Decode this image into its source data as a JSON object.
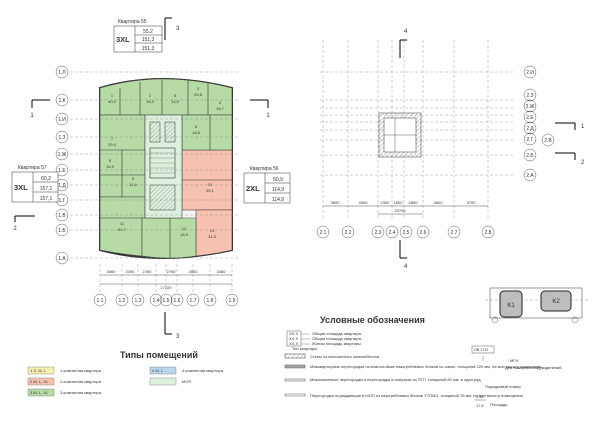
{
  "apartments": [
    {
      "name": "Квартира 55",
      "type": "3XL",
      "areas": [
        "55,2",
        "151,3",
        "151,3"
      ]
    },
    {
      "name": "Квартира 56",
      "type": "2XL",
      "areas": [
        "50,9",
        "114,9",
        "114,9"
      ]
    },
    {
      "name": "Квартира 57",
      "type": "3XL",
      "areas": [
        "60,2",
        "157,1",
        "157,1"
      ]
    }
  ],
  "section_markers": [
    "3",
    "3",
    "1",
    "1",
    "2",
    "2",
    "4",
    "4"
  ],
  "left_axes_rows": [
    "1.Л",
    "1.К",
    "1.И",
    "1.З",
    "1.Ж",
    "1.Е",
    "1.Д",
    "1.Г",
    "1.В",
    "1.Б",
    "1.А"
  ],
  "left_axes_cols": [
    "1.1",
    "1.2",
    "1.3",
    "1.4",
    "1.5",
    "1.6",
    "1.7",
    "1.8",
    "1.9"
  ],
  "left_dims": [
    "3460",
    "2390",
    "2780",
    "2750",
    "2600",
    "3480"
  ],
  "left_total": "17100",
  "right_axes_rows": [
    "2.И",
    "2.З",
    "2.Ж",
    "2.Е",
    "2.Д",
    "2.Г",
    "2.В",
    "2.Б",
    "2.А"
  ],
  "right_axes_cols": [
    "2.1",
    "2.2",
    "2.3",
    "2.4",
    "2.5",
    "2.6",
    "2.7",
    "2.8"
  ],
  "right_dims": [
    "3600",
    "4600",
    "2300",
    "1800",
    "2800",
    "4600",
    "3700"
  ],
  "right_total": "23700",
  "rooms": [
    {
      "no": "1",
      "area": "40,0"
    },
    {
      "no": "2",
      "area": "16,2"
    },
    {
      "no": "3",
      "area": "20,6"
    },
    {
      "no": "4",
      "area": "16,7"
    },
    {
      "no": "5",
      "area": "14,0"
    },
    {
      "no": "6",
      "area": "16,8"
    },
    {
      "no": "7",
      "area": "29,4"
    },
    {
      "no": "8",
      "area": "16,9"
    },
    {
      "no": "9",
      "area": "11,6"
    },
    {
      "no": "10",
      "area": "39,1"
    },
    {
      "no": "11",
      "area": "54,7"
    },
    {
      "no": "12",
      "area": "18,9"
    },
    {
      "no": "13",
      "area": "31,3"
    }
  ],
  "legend_title": "Условные обозначения",
  "legend_items": [
    "Общая площадь квартиры",
    "Общая площадь квартиры",
    "Жилая площадь квартиры",
    "Тип квартиры",
    "Стены из монолитного железобетона",
    "Межквартирные перегородки из влагостойких пазогребневых блоков со швом, толщиной 220 мм, на всю высоту помещения",
    "Межкомнатные перегородки и перегородки в санузлах из ПГП, толщиной 80 мм, в один ряд",
    "Перегородки ограждающие в МОП из пазогребневых блоков YTONG, толщиной 75 мм, на всю высоту помещения"
  ],
  "legend_area_code": "XX.X",
  "legend_right": {
    "code": "ЛВ 1ТИ",
    "mgn": "МГН",
    "fire": "Для пожарных подразделений",
    "room_no_label": "Порядковый номер",
    "room_no": "1.11",
    "area_label": "Площадь",
    "area_val": "17,6"
  },
  "types_title": "Типы помещений",
  "types": [
    {
      "code": "1 S, M, L",
      "label": "1-комнатная квартира",
      "color": "#f7efb0"
    },
    {
      "code": "2 M, L, XL",
      "label": "2-комнатная квартира",
      "color": "#f6c1ae"
    },
    {
      "code": "3 M, L, XL",
      "label": "3-комнатная квартира",
      "color": "#b6dba4"
    },
    {
      "code": "4 M, L",
      "label": "4-комнатная квартира",
      "color": "#bcd6ee"
    },
    {
      "code": "МОП",
      "label": "",
      "color": "#ddf0dd"
    }
  ],
  "keyplan": [
    "K1",
    "K2"
  ],
  "colors": {
    "green": "#b6dba4",
    "salmon": "#f6c1ae",
    "mop": "#ddf0dd"
  }
}
